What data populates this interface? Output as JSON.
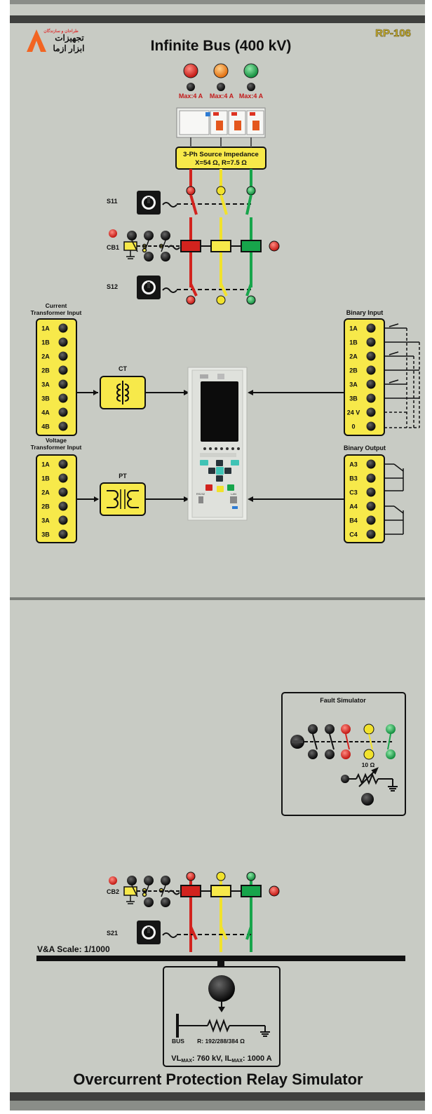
{
  "header": {
    "company_line1": "تجهیزات",
    "company_line2": "ابزار ازما",
    "company_tagline": "طراحان و سازندگان",
    "model": "RP-106",
    "title": "Infinite Bus (400 kV)"
  },
  "source": {
    "fuse_ratings": [
      "Max:4 A",
      "Max:4 A",
      "Max:4 A"
    ],
    "impedance_line1": "3-Ph Source Impedance",
    "impedance_line2": "X=54 Ω, R=7.5 Ω"
  },
  "switches": {
    "s11": "S11",
    "cb1": "CB1",
    "s12": "S12",
    "cb2": "CB2",
    "s21": "S21"
  },
  "ct_input": {
    "title_line1": "Current",
    "title_line2": "Transformer Input",
    "terminals": [
      "1A",
      "1B",
      "2A",
      "2B",
      "3A",
      "3B",
      "4A",
      "4B"
    ],
    "ct_label": "CT"
  },
  "vt_input": {
    "title_line1": "Voltage",
    "title_line2": "Transformer Input",
    "terminals": [
      "1A",
      "1B",
      "2A",
      "2B",
      "3A",
      "3B"
    ],
    "pt_label": "PT"
  },
  "binary_input": {
    "title": "Binary Input",
    "terminals": [
      "1A",
      "1B",
      "2A",
      "2B",
      "3A",
      "3B",
      "24 V",
      "0"
    ]
  },
  "binary_output": {
    "title": "Binary Output",
    "terminals": [
      "A3",
      "B3",
      "C3",
      "A4",
      "B4",
      "C4"
    ]
  },
  "relay": {
    "port_label": "RS232",
    "lan_label": "LAN"
  },
  "fault_simulator": {
    "title": "Fault Simulator",
    "resistor": "10 Ω"
  },
  "bus": {
    "scale": "V&A Scale: 1/1000",
    "bus_label": "BUS",
    "load_range": "R: 192/288/384 Ω",
    "vl_prefix": "VL",
    "vl_sub": "MAX",
    "vl_value": ": 760 kV, IL",
    "il_sub": "MAX",
    "il_value": ": 1000 A"
  },
  "footer": {
    "title": "Overcurrent Protection Relay Simulator"
  },
  "colors": {
    "panel": "#c9ccc5",
    "yellow": "#f7e94a",
    "red": "#d2231e",
    "yellow_phase": "#f1e22d",
    "green": "#17a54b",
    "orange_lamp": "#f08a1c",
    "logo_orange": "#f26522"
  }
}
